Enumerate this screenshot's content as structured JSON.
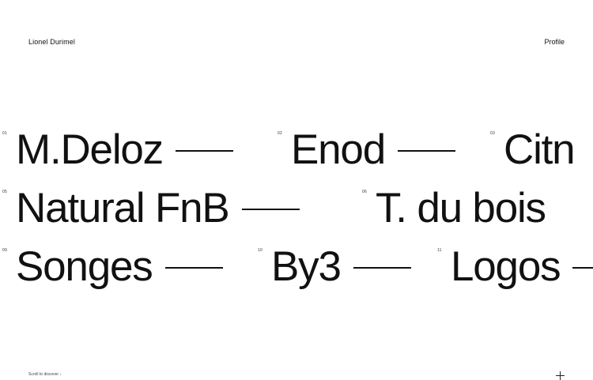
{
  "header": {
    "site_name": "Lionel Durimel",
    "profile_link": "Profile"
  },
  "projects": {
    "rows": [
      {
        "items": [
          {
            "number": "01",
            "title": "M.Deloz"
          },
          {
            "number": "02",
            "title": "Enod"
          },
          {
            "number": "03",
            "title": "Citn"
          }
        ]
      },
      {
        "items": [
          {
            "number": "05",
            "title": "Natural FnB"
          },
          {
            "number": "06",
            "title": "T. du bois"
          }
        ]
      },
      {
        "items": [
          {
            "number": "09",
            "title": "Songes"
          },
          {
            "number": "10",
            "title": "By3"
          },
          {
            "number": "11",
            "title": "Logos"
          }
        ]
      }
    ]
  },
  "footer": {
    "scroll_hint": "Scroll to discover ↓",
    "expand_icon": "plus-icon"
  }
}
